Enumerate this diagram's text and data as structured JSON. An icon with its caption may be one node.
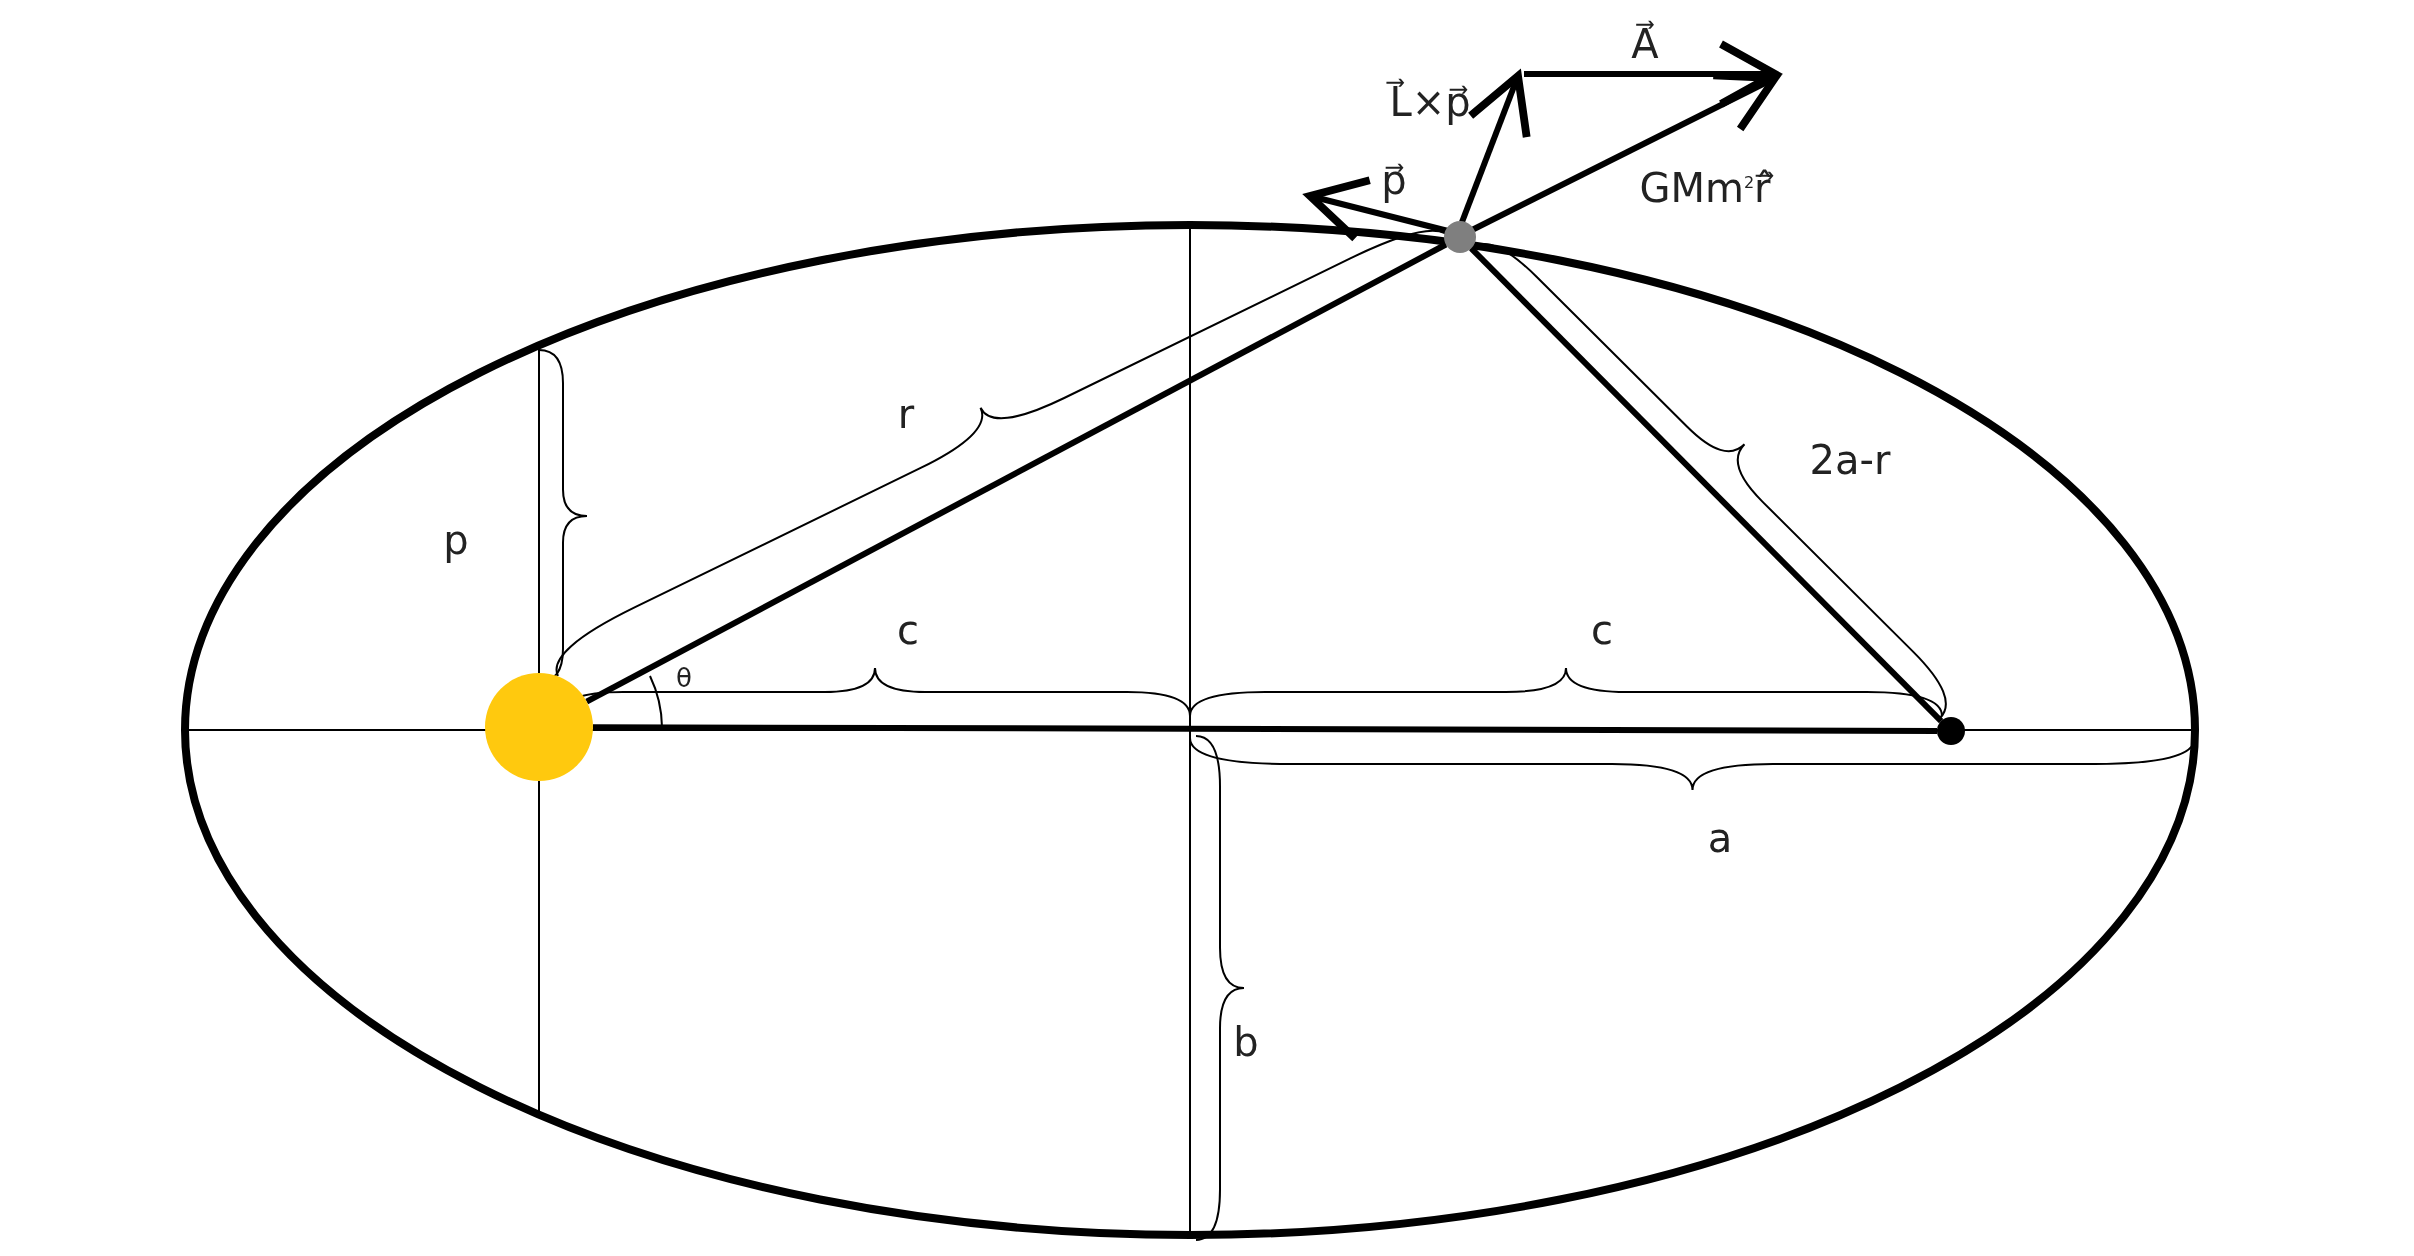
{
  "diagram": {
    "nodes": [
      {
        "text": [],
        "shape": "circle"
      },
      {
        "text": [],
        "shape": "circle"
      },
      {
        "text": [],
        "shape": "circle"
      }
    ],
    "edges": [
      {
        "from": 0,
        "to": 1,
        "arrow": "none"
      },
      {
        "from": 1,
        "to": 2,
        "arrow": "none"
      },
      {
        "from": 0,
        "to": 2,
        "arrow": "none"
      }
    ],
    "labels": [
      "A⃗",
      "L⃗×p⃗",
      "p⃗",
      "GMm$^{2}$r̂⃗",
      "r",
      "2a-r",
      "p",
      "θ",
      "c",
      "c",
      "a",
      "b"
    ]
  }
}
